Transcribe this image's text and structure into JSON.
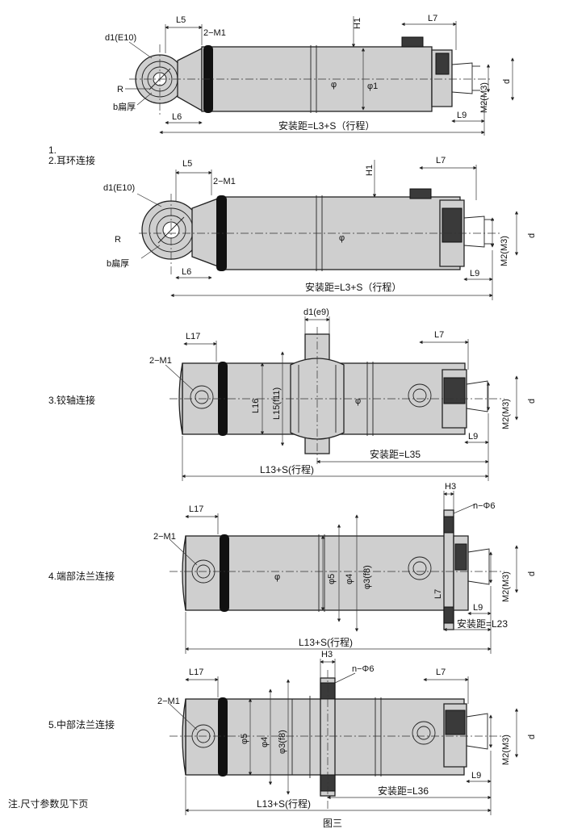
{
  "figures": [
    {
      "caption": "1.\n2.耳环连接",
      "labels": {
        "L5": "L5",
        "M1": "2−M1",
        "H1": "H1",
        "L7": "L7",
        "d1": "d1(E10)",
        "R": "R",
        "b": "b扁厚",
        "L6": "L6",
        "phi": "φ",
        "phi1": "φ1",
        "M2": "M2(M3)",
        "d": "d",
        "L9": "L9",
        "install": "安装距=L3+S（行程）"
      }
    },
    {
      "caption": "",
      "labels": {
        "L5": "L5",
        "M1": "2−M1",
        "H1": "H1",
        "L7": "L7",
        "d1": "d1(E10)",
        "R": "R",
        "b": "b扁厚",
        "L6": "L6",
        "phi": "φ",
        "M2": "M2(M3)",
        "d": "d",
        "L9": "L9",
        "install": "安装距=L3+S（行程）"
      }
    },
    {
      "caption": "3.铰轴连接",
      "labels": {
        "L17": "L17",
        "M1": "2−M1",
        "d1": "d1(e9)",
        "L7": "L7",
        "L16": "L16",
        "L15": "L15(f11)",
        "phi": "φ",
        "M2": "M2(M3)",
        "d": "d",
        "L9": "L9",
        "install": "安装距=L35",
        "total": "L13+S(行程)"
      }
    },
    {
      "caption": "4.端部法兰连接",
      "labels": {
        "L17": "L17",
        "M1": "2−M1",
        "H3": "H3",
        "n": "n−Φ6",
        "phi": "φ",
        "phi5": "φ5",
        "phi4": "φ4",
        "phi3": "φ3(f8)",
        "L7": "L7",
        "M2": "M2(M3)",
        "d": "d",
        "L9": "L9",
        "install": "安装距=L23",
        "total": "L13+S(行程)"
      }
    },
    {
      "caption": "5.中部法兰连接",
      "labels": {
        "L17": "L17",
        "M1": "2−M1",
        "H3": "H3",
        "n": "n−Φ6",
        "L7": "L7",
        "phi5": "φ5",
        "phi4": "φ4",
        "phi3": "φ3(f8)",
        "M2": "M2(M3)",
        "d": "d",
        "L9": "L9",
        "install": "安装距=L36",
        "total": "L13+S(行程)"
      }
    }
  ],
  "note": "注.尺寸参数见下页",
  "figure_caption": "图三"
}
